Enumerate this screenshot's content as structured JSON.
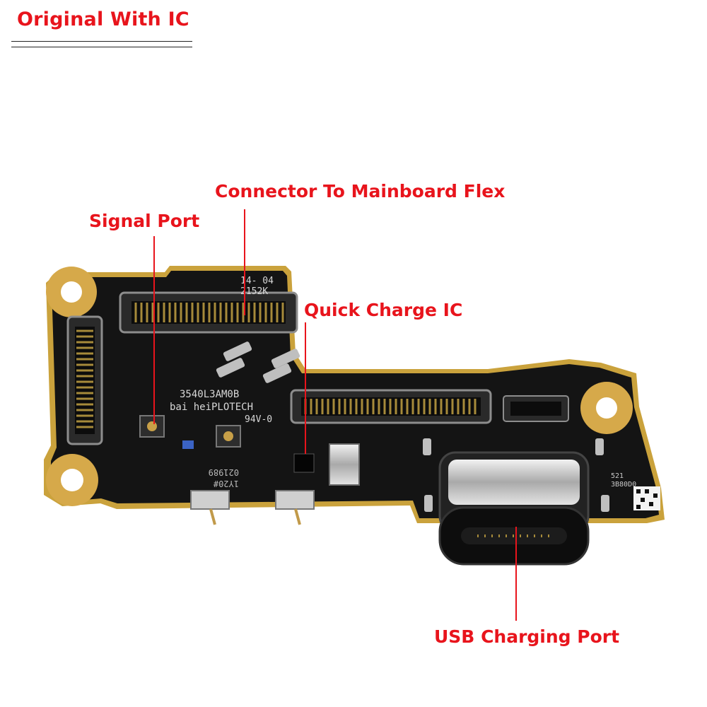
{
  "header": {
    "title": "Original With IC"
  },
  "callouts": {
    "signal_port": "Signal Port",
    "connector_flex": "Connector To Mainboard Flex",
    "quick_charge_ic": "Quick Charge IC",
    "usb_port": "USB Charging Port"
  },
  "board_marks": {
    "code_top_1": "14- 04",
    "code_top_2": "2152K",
    "part_number": "3540L3AM0B",
    "maker": "bai heiPLOTECH",
    "rating": "94V-0",
    "code_left_1": "021989",
    "code_left_2": "1Y20#",
    "code_right_1": "521",
    "code_right_2": "3B80D0"
  },
  "colors": {
    "accent": "#e8141c",
    "board": "#141414",
    "edge": "#c9a03a"
  }
}
